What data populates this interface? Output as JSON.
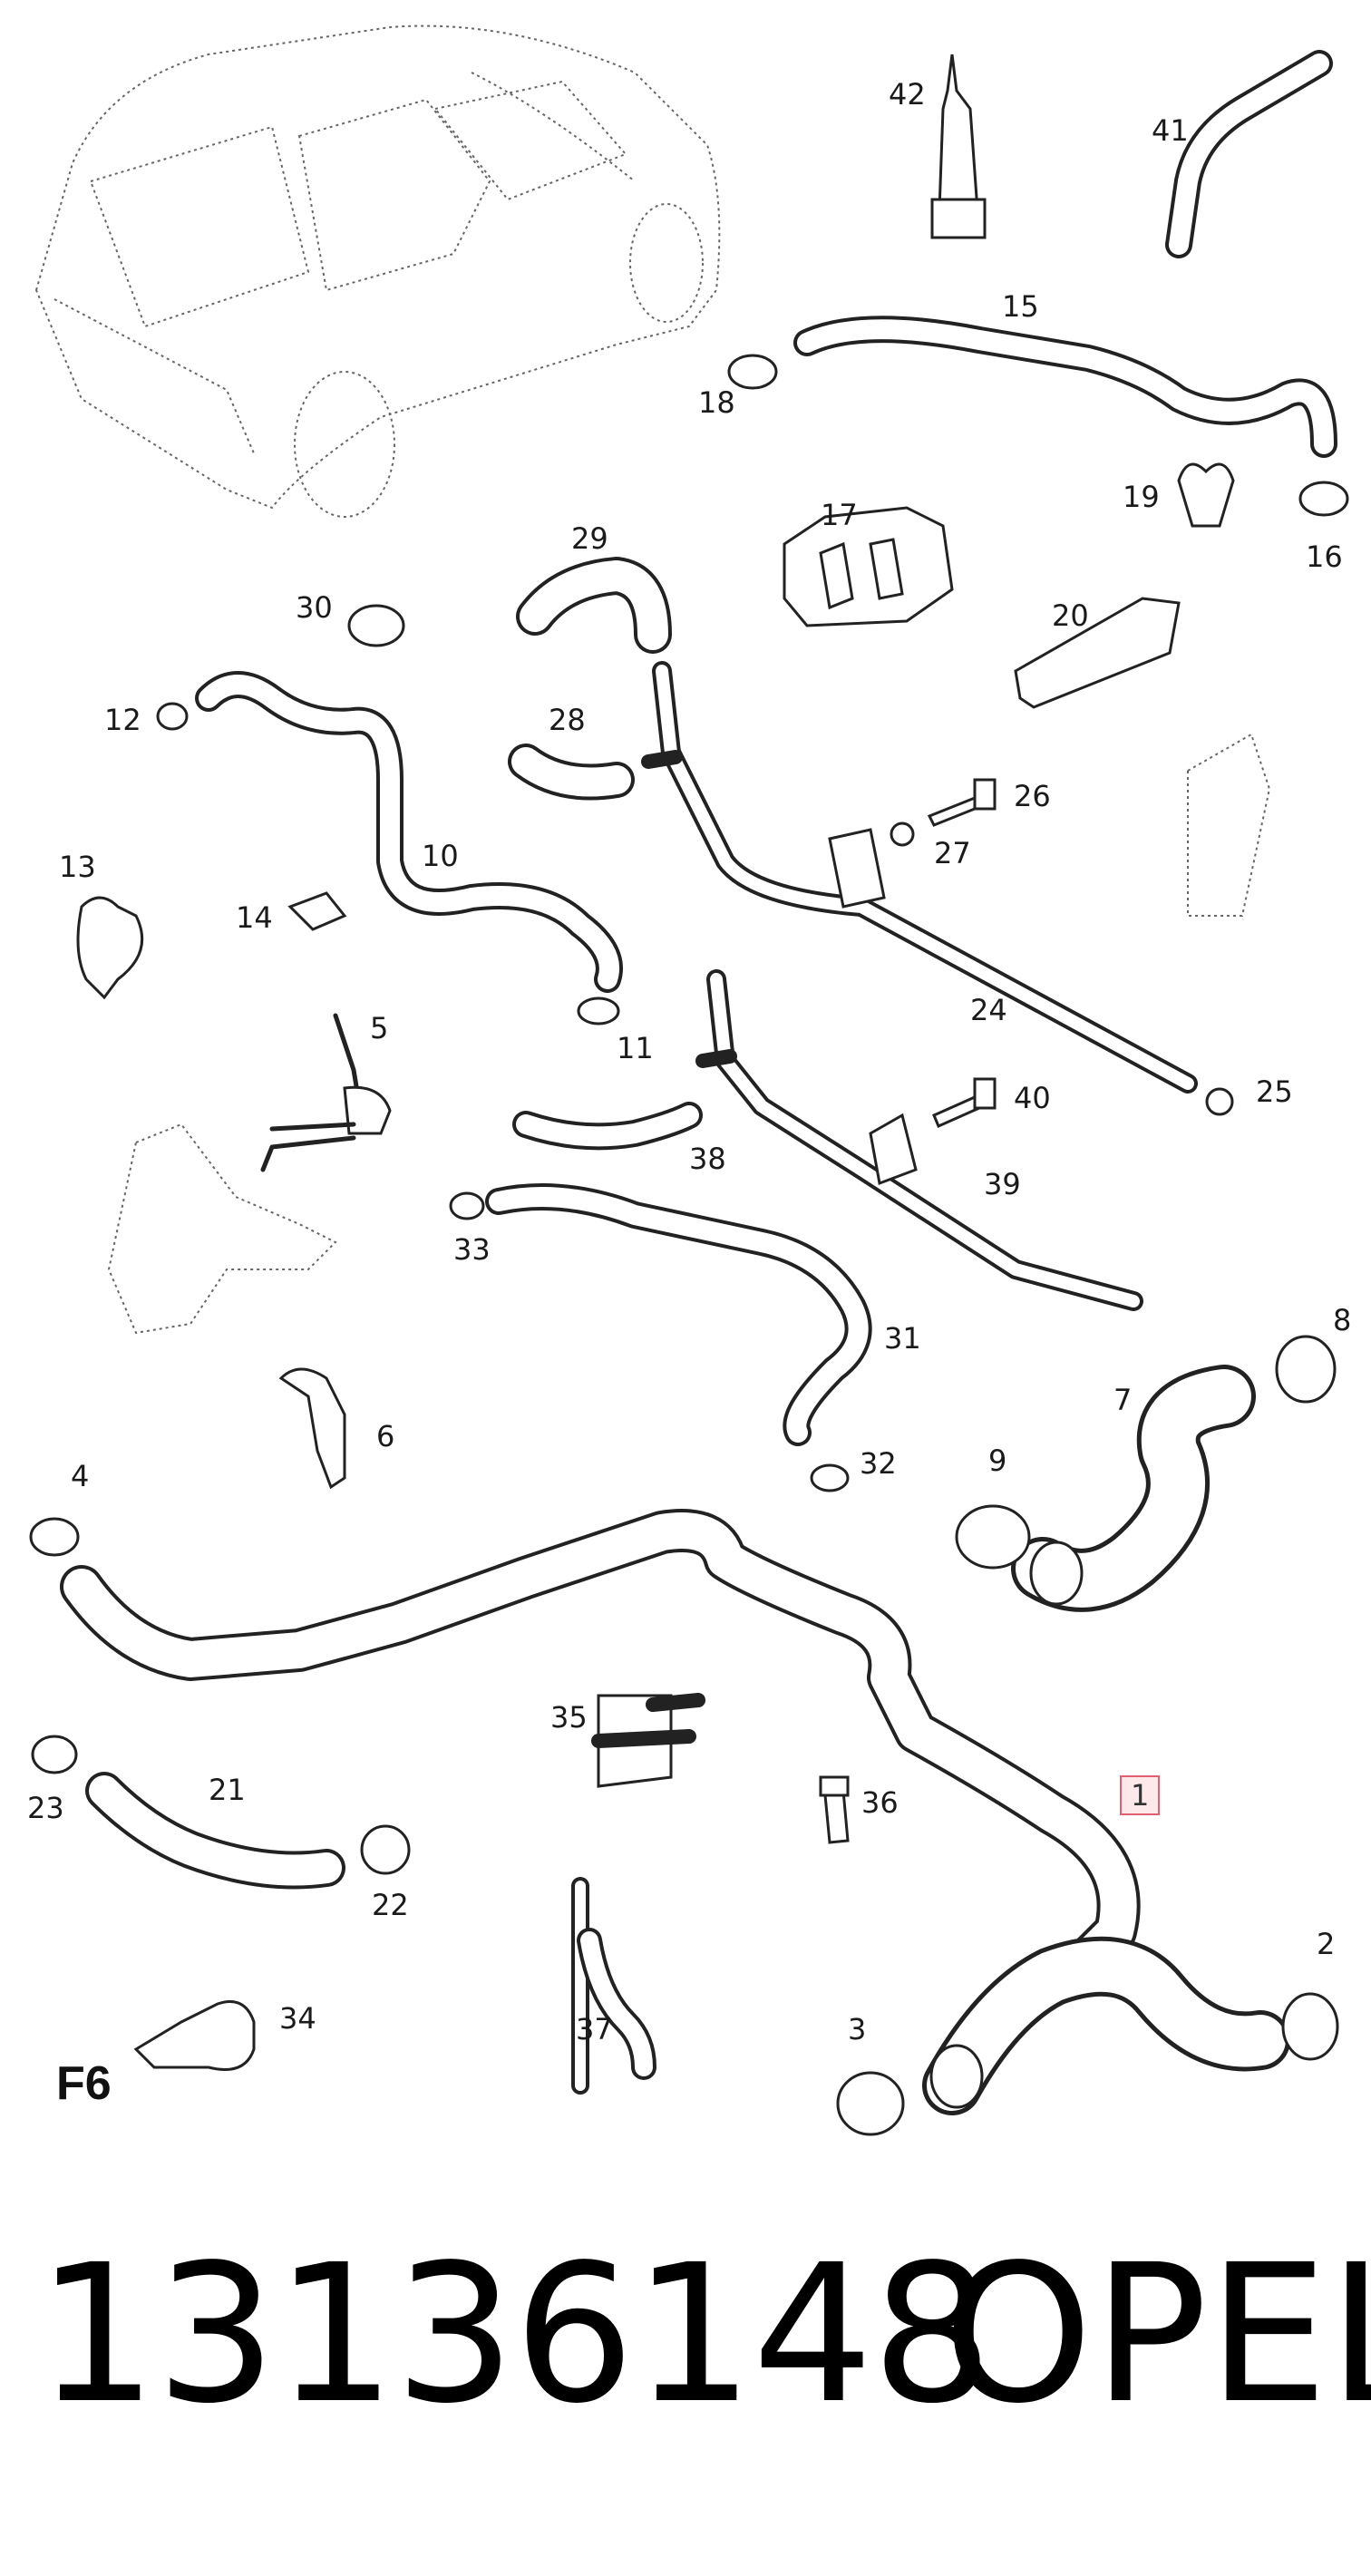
{
  "sheet_code": "F6",
  "part_number": "13136148",
  "brand": "OPEL",
  "labels": {
    "l1": "1",
    "l2": "2",
    "l3": "3",
    "l4": "4",
    "l5": "5",
    "l6": "6",
    "l7": "7",
    "l8": "8",
    "l9": "9",
    "l10": "10",
    "l11": "11",
    "l12": "12",
    "l13": "13",
    "l14": "14",
    "l15": "15",
    "l16": "16",
    "l17": "17",
    "l18": "18",
    "l19": "19",
    "l20": "20",
    "l21": "21",
    "l22": "22",
    "l23": "23",
    "l24": "24",
    "l25": "25",
    "l26": "26",
    "l27": "27",
    "l28": "28",
    "l29": "29",
    "l30": "30",
    "l31": "31",
    "l32": "32",
    "l33": "33",
    "l34": "34",
    "l35": "35",
    "l36": "36",
    "l37": "37",
    "l38": "38",
    "l39": "39",
    "l40": "40",
    "l41": "41",
    "l42": "42"
  },
  "highlight_color": "#e06070"
}
